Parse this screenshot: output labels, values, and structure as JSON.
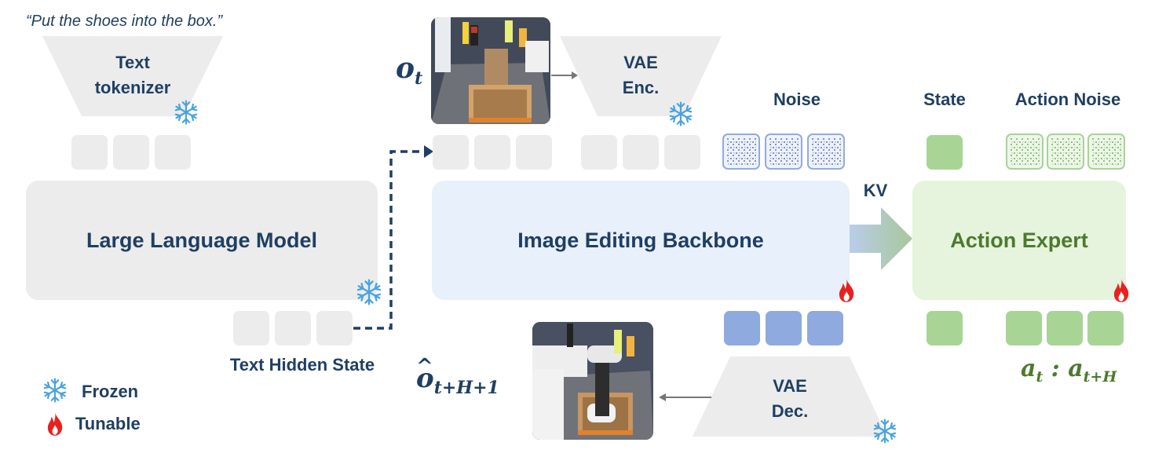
{
  "instruction": "“Put the shoes into the box.”",
  "text_tokenizer": {
    "line1": "Text",
    "line2": "tokenizer"
  },
  "llm_label": "Large Language Model",
  "text_hidden_state": "Text Hidden State",
  "observation_label": "o",
  "observation_sub": "t",
  "vae_enc": {
    "line1": "VAE",
    "line2": "Enc."
  },
  "noise_label": "Noise",
  "backbone_label": "Image Editing Backbone",
  "kv_label": "KV",
  "state_label": "State",
  "action_noise_label": "Action Noise",
  "action_expert_label": "Action Expert",
  "vae_dec": {
    "line1": "VAE",
    "line2": "Dec."
  },
  "prediction_label": "o",
  "prediction_sub": "t+H+1",
  "action_label_a": "a",
  "action_label_sub1": "t",
  "action_label_colon": " : ",
  "action_label_sub2": "t+H",
  "legend": {
    "frozen": "Frozen",
    "tunable": "Tunable"
  },
  "icons": {
    "frozen": "snowflake-icon",
    "tunable": "flame-icon"
  },
  "colors": {
    "text_dark": "#1f3f63",
    "gray_block": "#ececec",
    "blue_block": "#e8f0fb",
    "blue_token": "#8eaadf",
    "green_block": "#e6f3dd",
    "green_token": "#a8d496",
    "green_text": "#4c7a2e",
    "snowflake": "#4aa3df",
    "flame": "#e8211f"
  }
}
